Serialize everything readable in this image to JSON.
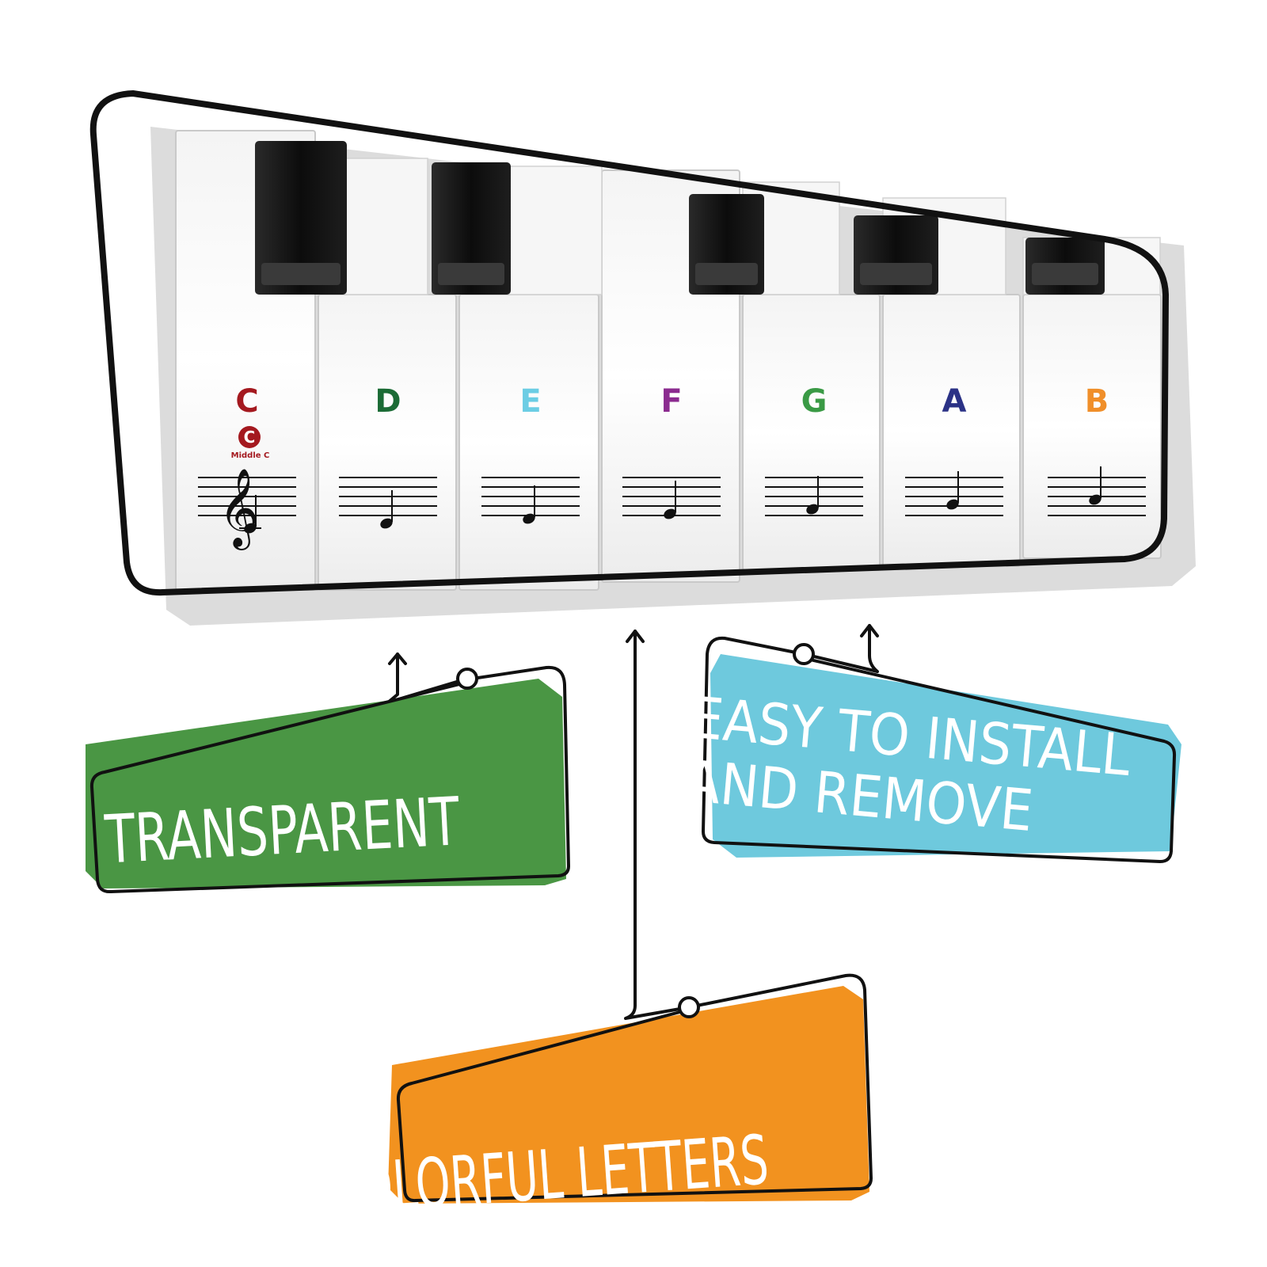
{
  "keyboard": {
    "notes": [
      {
        "letter": "C",
        "color": "#a4191f"
      },
      {
        "letter": "D",
        "color": "#1b6b35"
      },
      {
        "letter": "E",
        "color": "#6ccde4"
      },
      {
        "letter": "F",
        "color": "#8b2b8f"
      },
      {
        "letter": "G",
        "color": "#3a9a45"
      },
      {
        "letter": "A",
        "color": "#2b3286"
      },
      {
        "letter": "B",
        "color": "#f08f2a"
      }
    ],
    "middle_c_badge": "C",
    "middle_c_label": "Middle C"
  },
  "features": {
    "transparent": {
      "text": "TRANSPARENT",
      "color": "#4a9644"
    },
    "easy": {
      "line1": "EASY TO INSTALL",
      "line2": "AND REMOVE",
      "color": "#6ec9dd"
    },
    "colorful": {
      "text": "COLORFUL LETTERS",
      "color": "#f2921f"
    }
  }
}
